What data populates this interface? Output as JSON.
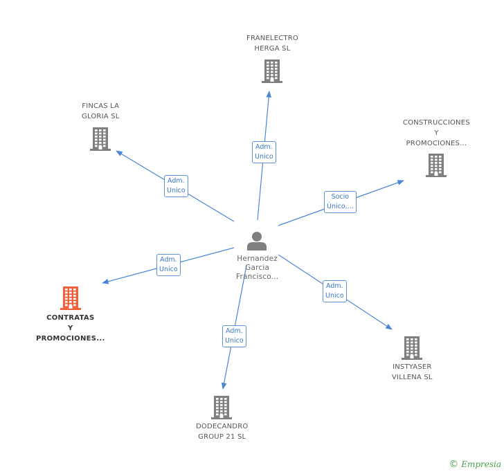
{
  "colors": {
    "edge": "#4a86d8",
    "company_icon": "#7f7f7f",
    "main_company_icon": "#f0603a",
    "person_icon": "#7f7f7f"
  },
  "center": {
    "name_lines": [
      "Hernandez",
      "Garcia",
      "Francisco..."
    ],
    "icon": "person-icon"
  },
  "companies": [
    {
      "id": "franelectro",
      "name_lines": [
        "FRANELECTRO",
        "HERGA SL"
      ],
      "icon": "building-icon",
      "highlight": false
    },
    {
      "id": "fincas",
      "name_lines": [
        "FINCAS LA",
        "GLORIA SL"
      ],
      "icon": "building-icon",
      "highlight": false
    },
    {
      "id": "construcciones",
      "name_lines": [
        "CONSTRUCCIONES",
        "Y",
        "PROMOCIONES..."
      ],
      "icon": "building-icon",
      "highlight": false
    },
    {
      "id": "contratas",
      "name_lines": [
        "CONTRATAS",
        "Y",
        "PROMOCIONES..."
      ],
      "icon": "building-icon",
      "highlight": true
    },
    {
      "id": "instyaser",
      "name_lines": [
        "INSTYASER",
        "VILLENA SL"
      ],
      "icon": "building-icon",
      "highlight": false
    },
    {
      "id": "dodecandro",
      "name_lines": [
        "DODECANDRO",
        "GROUP 21 SL"
      ],
      "icon": "building-icon",
      "highlight": false
    }
  ],
  "relations": [
    {
      "to": "franelectro",
      "label_lines": [
        "Adm.",
        "Unico"
      ]
    },
    {
      "to": "fincas",
      "label_lines": [
        "Adm.",
        "Unico"
      ]
    },
    {
      "to": "construcciones",
      "label_lines": [
        "Socio",
        "Único,..."
      ]
    },
    {
      "to": "contratas",
      "label_lines": [
        "Adm.",
        "Unico"
      ]
    },
    {
      "to": "instyaser",
      "label_lines": [
        "Adm.",
        "Unico"
      ]
    },
    {
      "to": "dodecandro",
      "label_lines": [
        "Adm.",
        "Unico"
      ]
    }
  ],
  "footer": {
    "copyright": "©",
    "brand": "Empresia"
  }
}
